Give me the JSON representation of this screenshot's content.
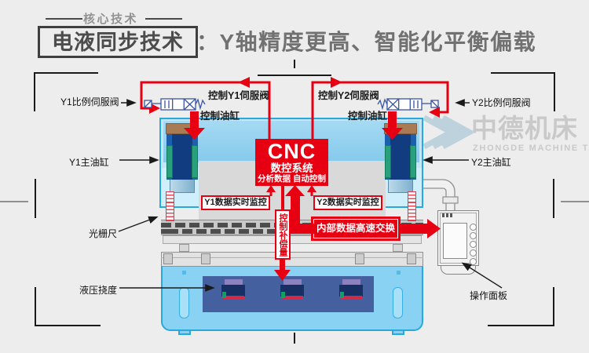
{
  "header": {
    "tag": "核心技术",
    "title_boxed": "电液同步技术",
    "title_rest": "：Y轴精度更高、智能化平衡偏载"
  },
  "cnc_box": {
    "line1": "CNC",
    "line2": "数控系统",
    "line3": "分析数据 自动控制"
  },
  "flow": {
    "control_y1_valve": "控制Y1伺服阀",
    "control_y2_valve": "控制Y2伺服阀",
    "control_cylinder_left": "控制油缸",
    "control_cylinder_right": "控制油缸",
    "y1_monitor": "Y1数据实时监控",
    "y2_monitor": "Y2数据实时监控",
    "compensation": "控制补偿量",
    "exchange": "内部数据高速交换"
  },
  "parts": {
    "y1_proportional_valve": "Y1比例伺服阀",
    "y2_proportional_valve": "Y2比例伺服阀",
    "y1_main_cylinder": "Y1主油缸",
    "y2_main_cylinder": "Y2主油缸",
    "grating_ruler": "光栅尺",
    "hydraulic_deflection": "液压挠度",
    "operation_panel": "操作面板"
  },
  "watermark": {
    "brand": "中德机床",
    "brand_en": "ZHONGDE MACHINE TOOL"
  },
  "colors": {
    "accent_red": "#e60012",
    "machine_border_blue": "#29a8dc",
    "machine_fill_blue": "#a9dcf4"
  }
}
